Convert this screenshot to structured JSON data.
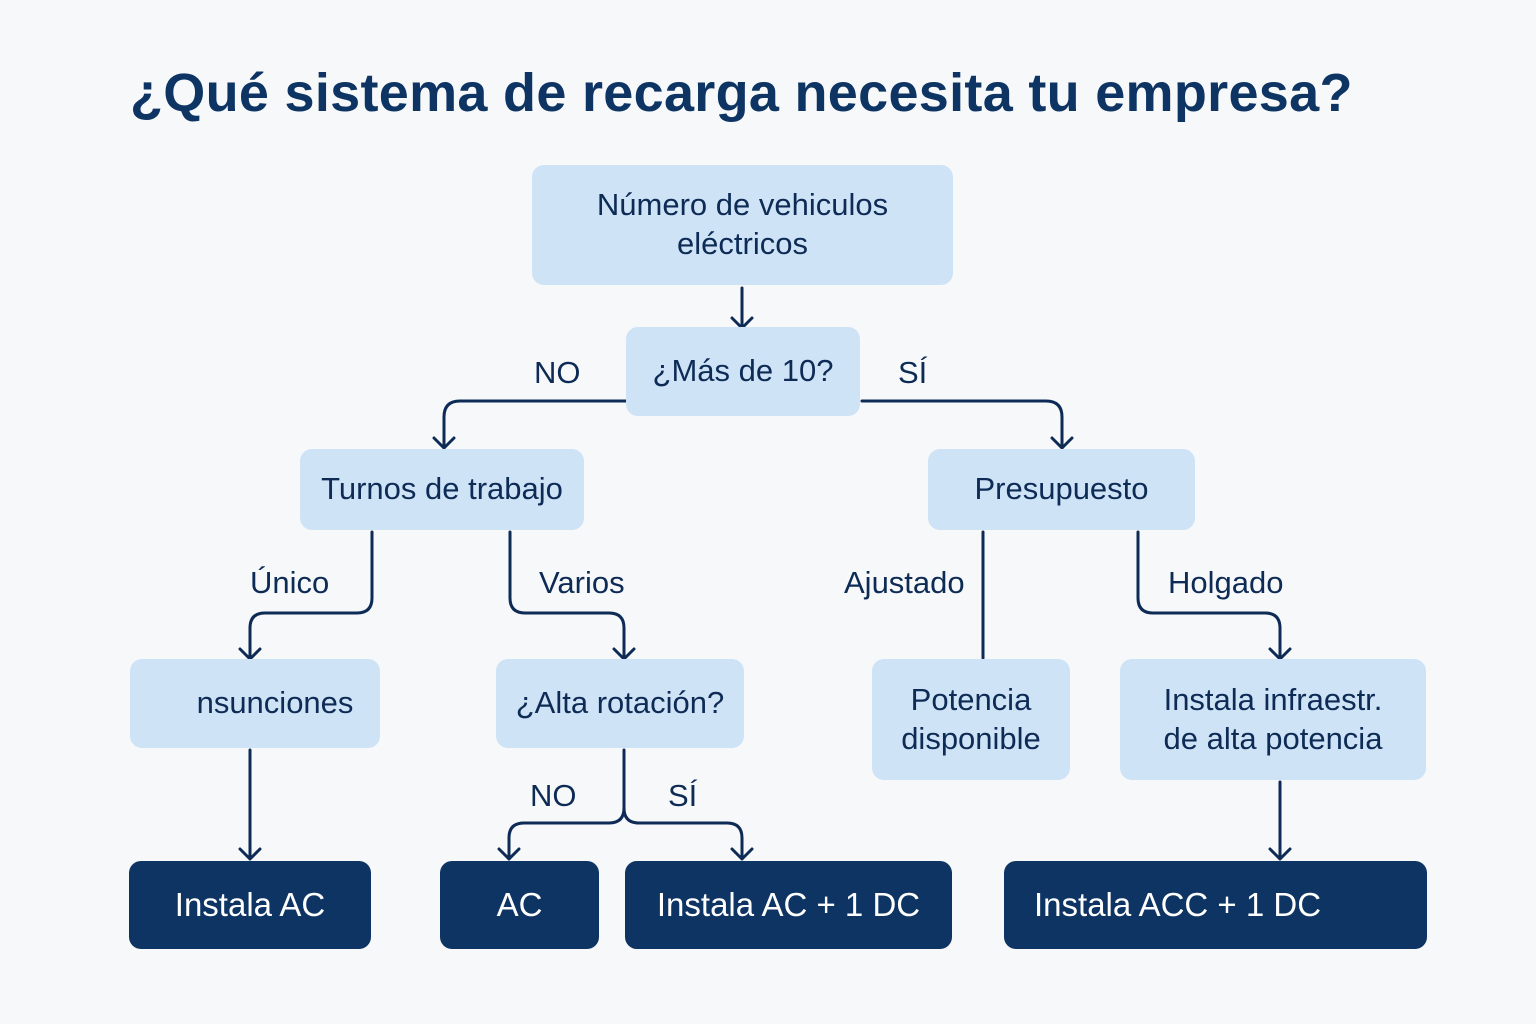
{
  "title": "¿Qué sistema de recarga necesita tu empresa?",
  "colors": {
    "title": "#0d3463",
    "decision_fill": "#cfe3f7",
    "result_fill": "#0d3463",
    "line": "#0d2b55",
    "background": "#f7f8fa"
  },
  "nodes": {
    "root": "Número de vehiculos eléctricos",
    "more_than_10": "¿Más de 10?",
    "shifts": "Turnos de trabajo",
    "budget": "Presupuesto",
    "functions": "nsunciones",
    "high_rotation": "¿Alta rotación?",
    "available_power": "Potencia disponible",
    "high_power_infra": "Instala infraestr. de alta potencia",
    "result_ac": "Instala AC",
    "result_ac_short": "AC",
    "result_ac_dc": "Instala AC + 1 DC",
    "result_ac_dc_right": "Instala ACC + 1 DC"
  },
  "edge_labels": {
    "no_top": "NO",
    "si_top": "SÍ",
    "unico": "Único",
    "varios": "Varios",
    "ajustado": "Ajustado",
    "holgado": "Holgado",
    "no_bottom": "NO",
    "si_bottom": "SÍ"
  }
}
